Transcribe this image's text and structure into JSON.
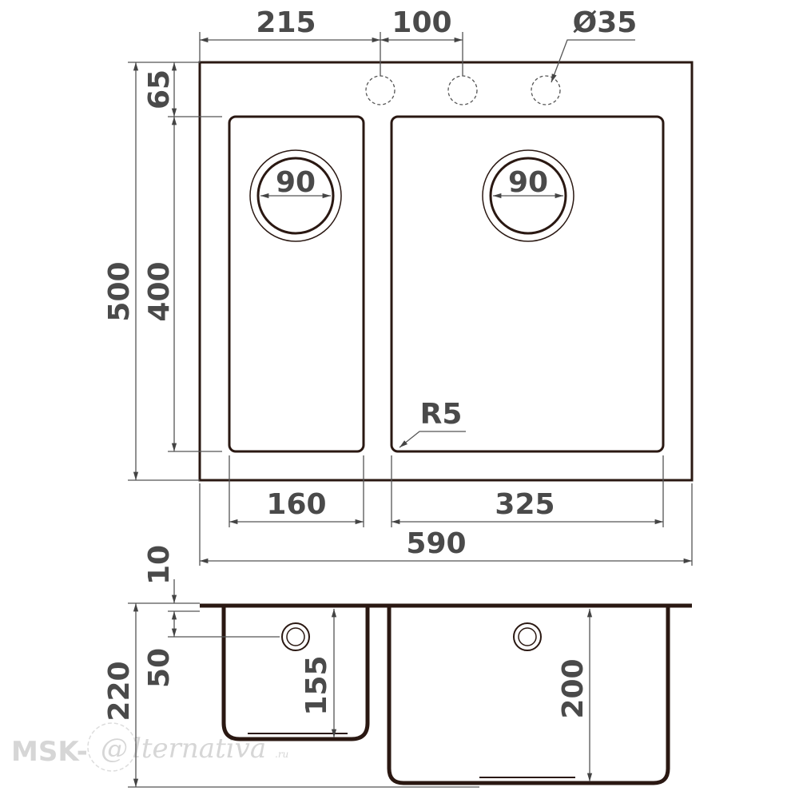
{
  "dimensions": {
    "faucet_offset": "215",
    "faucet_spacing": "100",
    "faucet_hole": "Ø35",
    "rim_top": "65",
    "overall_depth": "500",
    "bowl_length": "400",
    "small_drain": "90",
    "large_drain": "90",
    "corner_radius": "R5",
    "small_bowl_width": "160",
    "large_bowl_width": "325",
    "overall_width": "590",
    "rim_thickness": "10",
    "overflow_height": "50",
    "overall_height": "220",
    "small_bowl_depth": "155",
    "large_bowl_depth": "200"
  },
  "watermark": {
    "prefix": "MSK-",
    "at": "@",
    "name": "lternativa",
    "tld": ".ru"
  }
}
